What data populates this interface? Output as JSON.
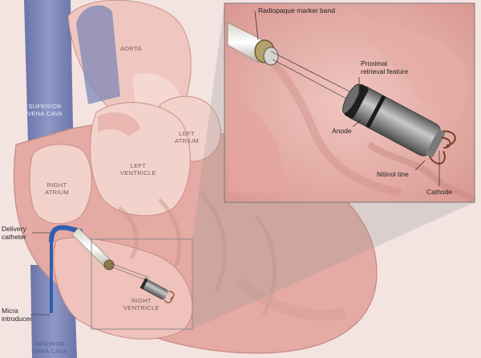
{
  "anatomy_labels": {
    "aorta": "AORTA",
    "superior_vena_cava_1": "SUPERIOR",
    "superior_vena_cava_2": "VENA CAVA",
    "left_atrium_1": "LEFT",
    "left_atrium_2": "ATRIUM",
    "left_ventricle_1": "LEFT",
    "left_ventricle_2": "VENTRICLE",
    "right_atrium_1": "RIGHT",
    "right_atrium_2": "ATRIUM",
    "right_ventricle_1": "RIGHT",
    "right_ventricle_2": "VENTRICLE",
    "inferior_vena_cava_1": "INFERIOR",
    "inferior_vena_cava_2": "VENA CAVA"
  },
  "device_labels": {
    "delivery_catheter_1": "Delivery",
    "delivery_catheter_2": "catheter",
    "micra_introducer_1": "Micra",
    "micra_introducer_2": "introducer"
  },
  "inset_labels": {
    "marker_band": "Radiopaque marker band",
    "retrieval_1": "Proximal",
    "retrieval_2": "retrieval feature",
    "anode": "Anode",
    "nitinol_tine": "Nitinol tine",
    "cathode": "Cathode"
  },
  "colors": {
    "background": "#f4e4e1",
    "myocardium": "#e7b3ad",
    "chamber": "#f3d2cc",
    "vena_cava": "#7d87b8",
    "catheter_blue": "#2f5fb0",
    "device_metal": "#8c8c8c"
  }
}
